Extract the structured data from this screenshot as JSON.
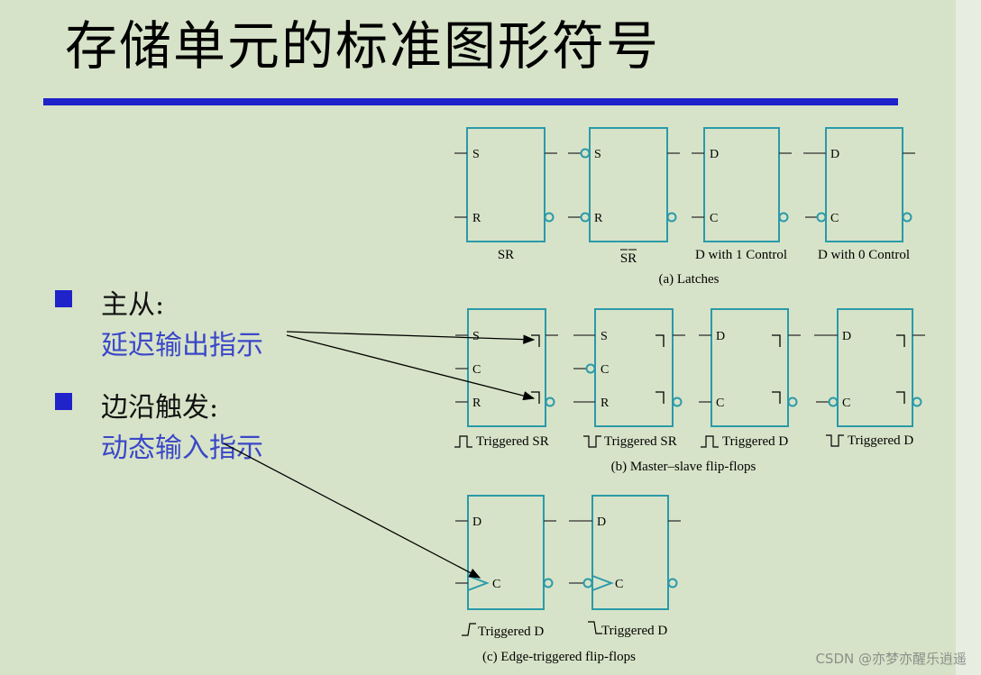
{
  "title": "存储单元的标准图形符号",
  "bullets": [
    {
      "heading": "主从:",
      "detail": "延迟输出指示"
    },
    {
      "heading": "边沿触发:",
      "detail": "动态输入指示"
    }
  ],
  "figure": {
    "latches": {
      "caption": "(a) Latches",
      "symbols": [
        {
          "inputs": [
            "S",
            "R"
          ],
          "label": "SR"
        },
        {
          "inputs": [
            "S",
            "R"
          ],
          "label": "SR"
        },
        {
          "inputs": [
            "D",
            "C"
          ],
          "label": "D with 1 Control"
        },
        {
          "inputs": [
            "D",
            "C"
          ],
          "label": "D with 0 Control"
        }
      ]
    },
    "master_slave": {
      "caption": "(b) Master–slave flip-flops",
      "symbols": [
        {
          "inputs": [
            "S",
            "C",
            "R"
          ],
          "label": "Triggered SR"
        },
        {
          "inputs": [
            "S",
            "C",
            "R"
          ],
          "label": "Triggered SR"
        },
        {
          "inputs": [
            "D",
            "C"
          ],
          "label": "Triggered D"
        },
        {
          "inputs": [
            "D",
            "C"
          ],
          "label": "Triggered D"
        }
      ]
    },
    "edge_triggered": {
      "caption": "(c) Edge-triggered flip-flops",
      "symbols": [
        {
          "inputs": [
            "D",
            "C"
          ],
          "label": "Triggered D"
        },
        {
          "inputs": [
            "D",
            "C"
          ],
          "label": "Triggered D"
        }
      ]
    }
  },
  "watermark": "CSDN @亦梦亦醒乐逍遥",
  "colors": {
    "symbol": "#2a9aaa",
    "accent": "#1f23c9",
    "subtext": "#3a47c8",
    "background": "#d7e3c8"
  }
}
